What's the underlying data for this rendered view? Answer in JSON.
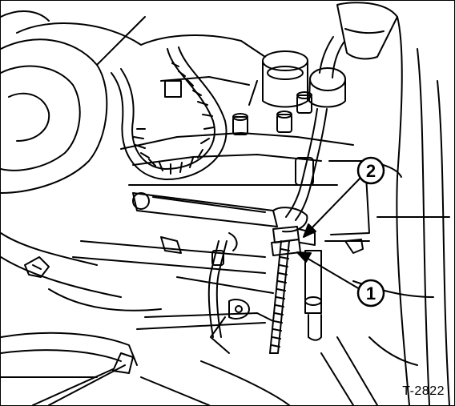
{
  "callouts": [
    {
      "label": "2"
    },
    {
      "label": "1"
    }
  ],
  "figure_code": "T-2822",
  "colors": {
    "ink": "#000000",
    "paper": "#ffffff"
  }
}
